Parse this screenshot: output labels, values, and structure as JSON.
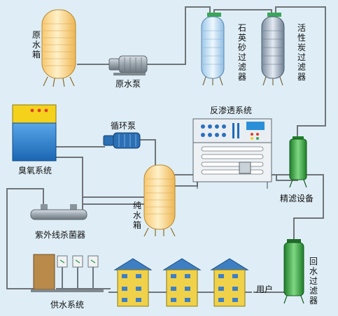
{
  "labels": {
    "raw_tank": [
      "原",
      "水",
      "箱"
    ],
    "raw_pump": "原水泵",
    "sand_filter": [
      "石",
      "英",
      "砂",
      "过",
      "滤",
      "器"
    ],
    "carbon_filter": [
      "活",
      "性",
      "炭",
      "过",
      "滤",
      "器"
    ],
    "ozone": "臭氧系统",
    "circ_pump": "循环泵",
    "ro_system": "反渗透系统",
    "fine_filter": "精滤设备",
    "pure_tank": [
      "纯",
      "水",
      "箱"
    ],
    "uv": "紫外线杀菌器",
    "supply": "供水系统",
    "user": "用户",
    "return_filter": [
      "回",
      "水",
      "过",
      "滤",
      "器"
    ]
  },
  "colors": {
    "background": "#dfeef6",
    "pipe": "#6f7478",
    "tank": "#f4d99a",
    "ozone_top": "#f4d21c",
    "ozone_body": "#1e8fe0",
    "pump": "#9aa5ae",
    "circ_pump": "#2b6fb4",
    "filter_glass": "#c7e1f4",
    "fine_filter": "#49b24d",
    "return_filter": "#2e8a3e",
    "house_roof": "#3e7fc4",
    "house_wall": "#f0d14a",
    "door": "#b98a4a"
  },
  "icons": {
    "ozone_lights": [
      "red-light",
      "red-light",
      "red-light"
    ],
    "ro_panel": "control-panel"
  }
}
